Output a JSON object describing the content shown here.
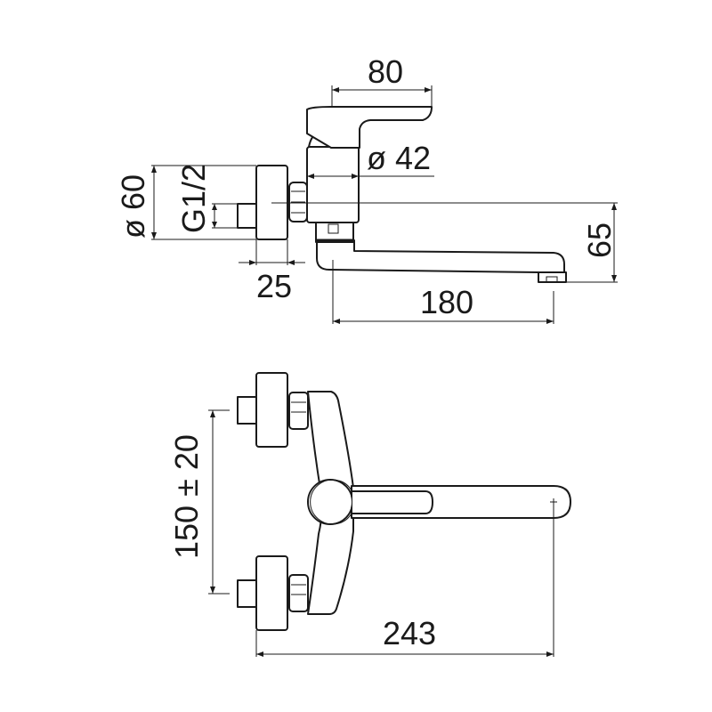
{
  "drawing": {
    "title": "Wall-mounted single-lever mixer with swivel spout - technical dimensions",
    "colors": {
      "line": "#1a1a1a",
      "background": "#ffffff"
    },
    "side_view": {
      "dimensions": {
        "lever_length": "80",
        "body_diameter": "ø 42",
        "flange_diameter": "ø 60",
        "inlet_thread": "G1/2",
        "flange_depth": "25",
        "spout_reach": "180",
        "spout_height": "65"
      }
    },
    "top_view": {
      "dimensions": {
        "inlet_spacing": "150 ± 20",
        "total_projection": "243"
      }
    }
  }
}
